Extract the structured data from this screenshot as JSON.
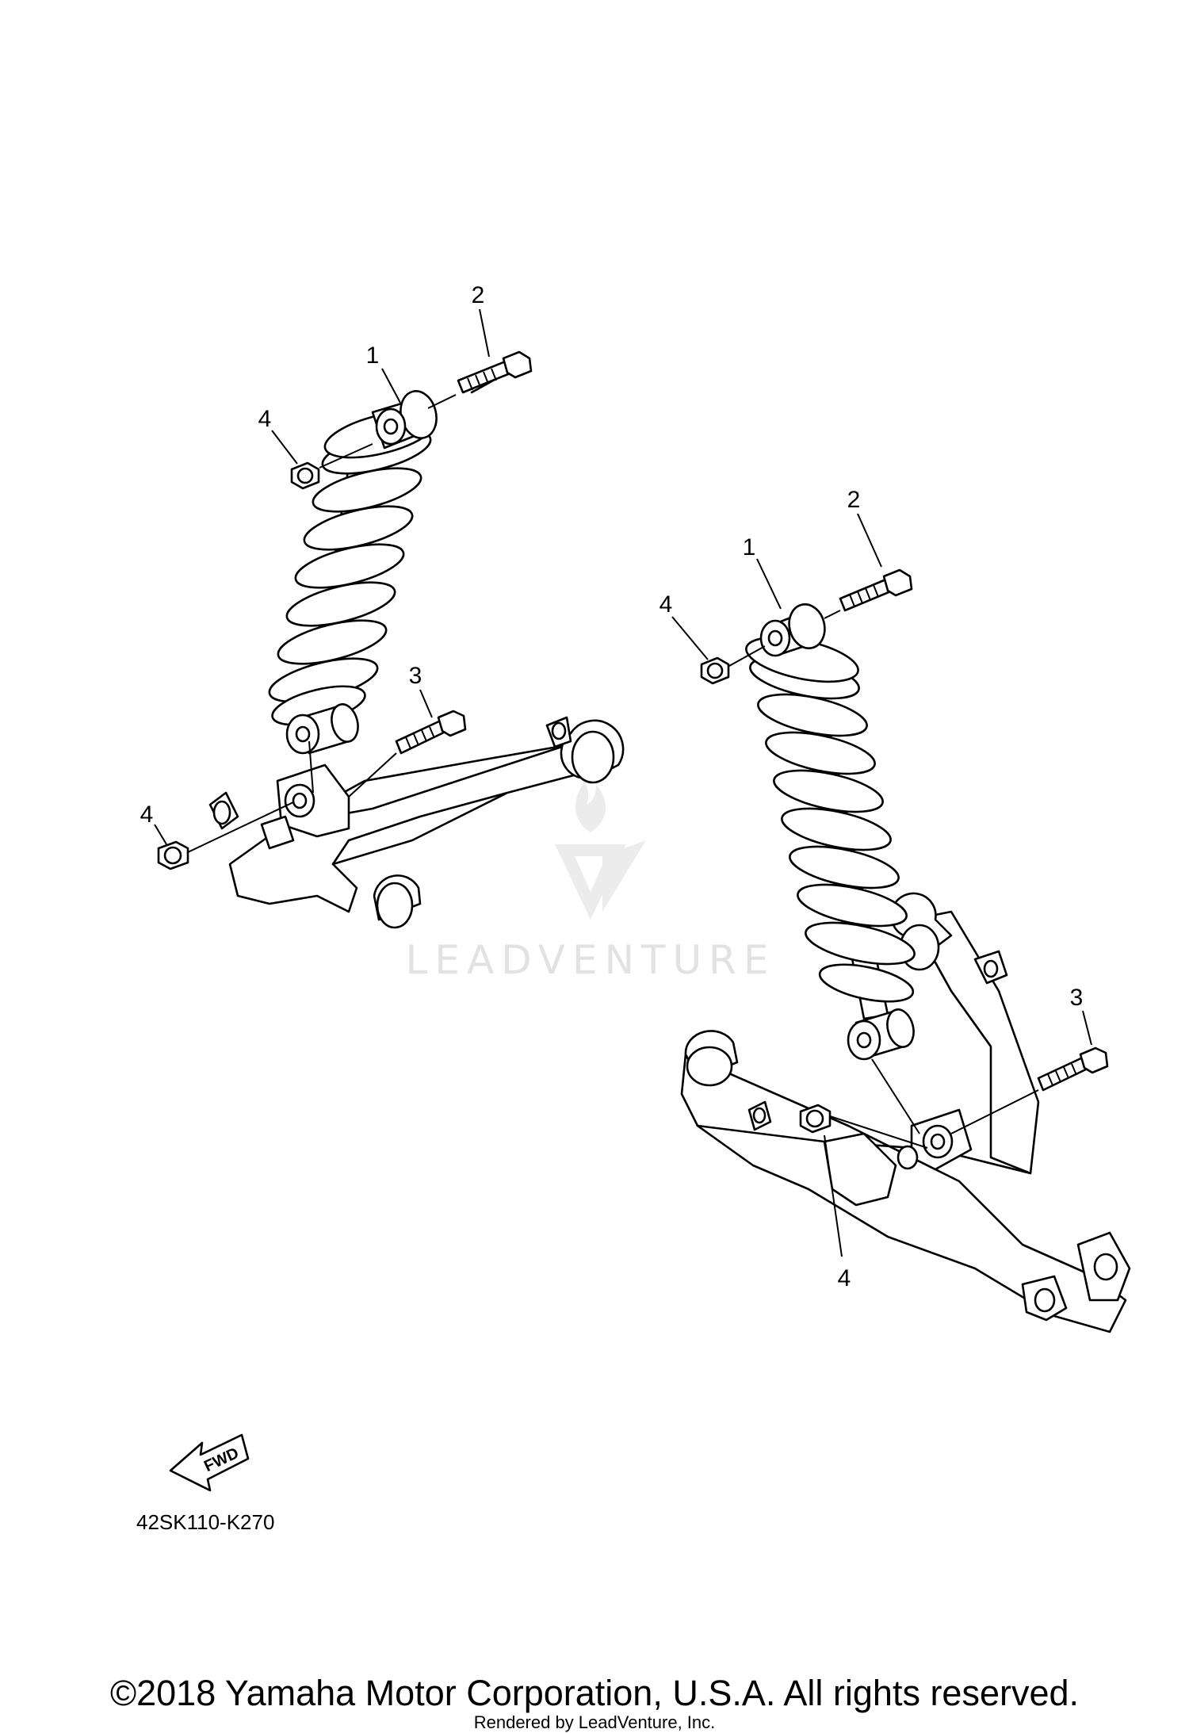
{
  "callouts": {
    "left_1": "1",
    "left_2": "2",
    "left_3": "3",
    "left_4_top": "4",
    "left_4_bottom": "4",
    "right_1": "1",
    "right_2": "2",
    "right_3": "3",
    "right_4_top": "4",
    "right_4_bottom": "4"
  },
  "fwd_label": "FWD",
  "diagram_code": "42SK110-K270",
  "watermark": "LEADVENTURE",
  "copyright": "©2018 Yamaha Motor Corporation, U.S.A. All rights reserved.",
  "rendered_by": "Rendered by LeadVenture, Inc."
}
